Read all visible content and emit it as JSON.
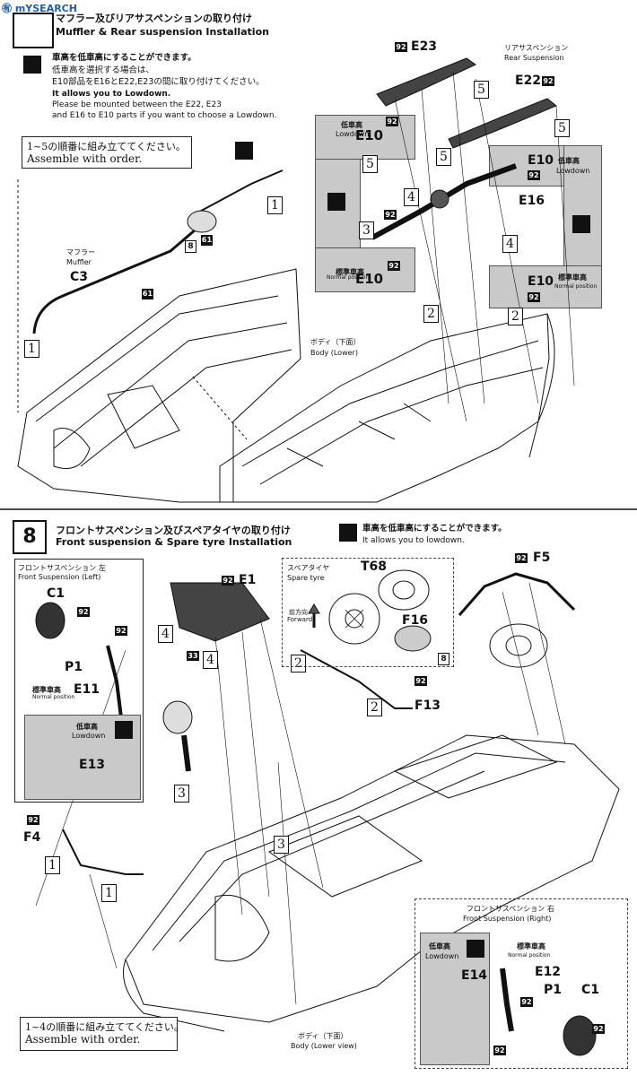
{
  "watermark": "㊒ mYSEARCH",
  "step7": {
    "title_jp": "マフラー及びリアサスペンションの取り付け",
    "title_en": "Muffler & Rear suspension Installation",
    "note_jp_1": "車高を低車高にすることができます。",
    "note_jp_2": "低車高を選択する場合は、",
    "note_jp_3": "E10部品をE16とE22,E23の間に取り付けてください。",
    "note_en_1": "It allows you to Lowdown.",
    "note_en_2": "Please be mounted between the E22, E23",
    "note_en_3": "and E16 to E10 parts if you want to choose a Lowdown.",
    "order_jp": "1~5の順番に組み立ててください。",
    "order_en": "Assemble with order.",
    "muffler_jp": "マフラー",
    "muffler_en": "Muffler",
    "rear_susp_jp": "リアサスペンション",
    "rear_susp_en": "Rear Suspension",
    "body_jp": "ボディ（下面）",
    "body_en": "Body (Lower)",
    "lowdown_jp": "低車高",
    "lowdown_en": "Lowdown",
    "normal_jp": "標準車高",
    "normal_en": "Normal position",
    "parts": {
      "c3": "C3",
      "e23": "E23",
      "e22": "E22",
      "e10": "E10",
      "e16": "E16",
      "tag92": "92",
      "tag61": "61",
      "tag8": "8"
    },
    "steps": {
      "s1": "1",
      "s2": "2",
      "s3": "3",
      "s4": "4",
      "s5": "5"
    }
  },
  "step8": {
    "number": "8",
    "title_jp": "フロントサスペンション及びスペアタイヤの取り付け",
    "title_en": "Front suspension & Spare tyre Installation",
    "note_jp": "車高を低車高にすることができます。",
    "note_en": "It allows you to lowdown.",
    "front_left_jp": "フロントサスペンション 左",
    "front_left_en": "Front Suspension (Left)",
    "front_right_jp": "フロントサスペンション 右",
    "front_right_en": "Front Suspension (Right)",
    "spare_jp": "スペアタイヤ",
    "spare_en": "Spare tyre",
    "forward_jp": "前方向",
    "forward_en": "Forward",
    "lowdown_jp": "低車高",
    "lowdown_en": "Lowdown",
    "normal_jp": "標準車高",
    "normal_en": "Normal position",
    "body_jp": "ボディ（下面）",
    "body_en": "Body (Lower view)",
    "order_jp": "1~4の順番に組み立ててください。",
    "order_en": "Assemble with order.",
    "parts": {
      "c1": "C1",
      "p1": "P1",
      "e11": "E11",
      "e13": "E13",
      "e1": "E1",
      "t68": "T68",
      "f16": "F16",
      "f5": "F5",
      "f13": "F13",
      "f4": "F4",
      "e14": "E14",
      "e12": "E12",
      "tag92": "92",
      "tag33": "33",
      "tag8": "8"
    },
    "steps": {
      "s1": "1",
      "s2": "2",
      "s3": "3",
      "s4": "4"
    }
  },
  "colors": {
    "panel_grey": "#c9c9c9",
    "ink": "#111111"
  }
}
